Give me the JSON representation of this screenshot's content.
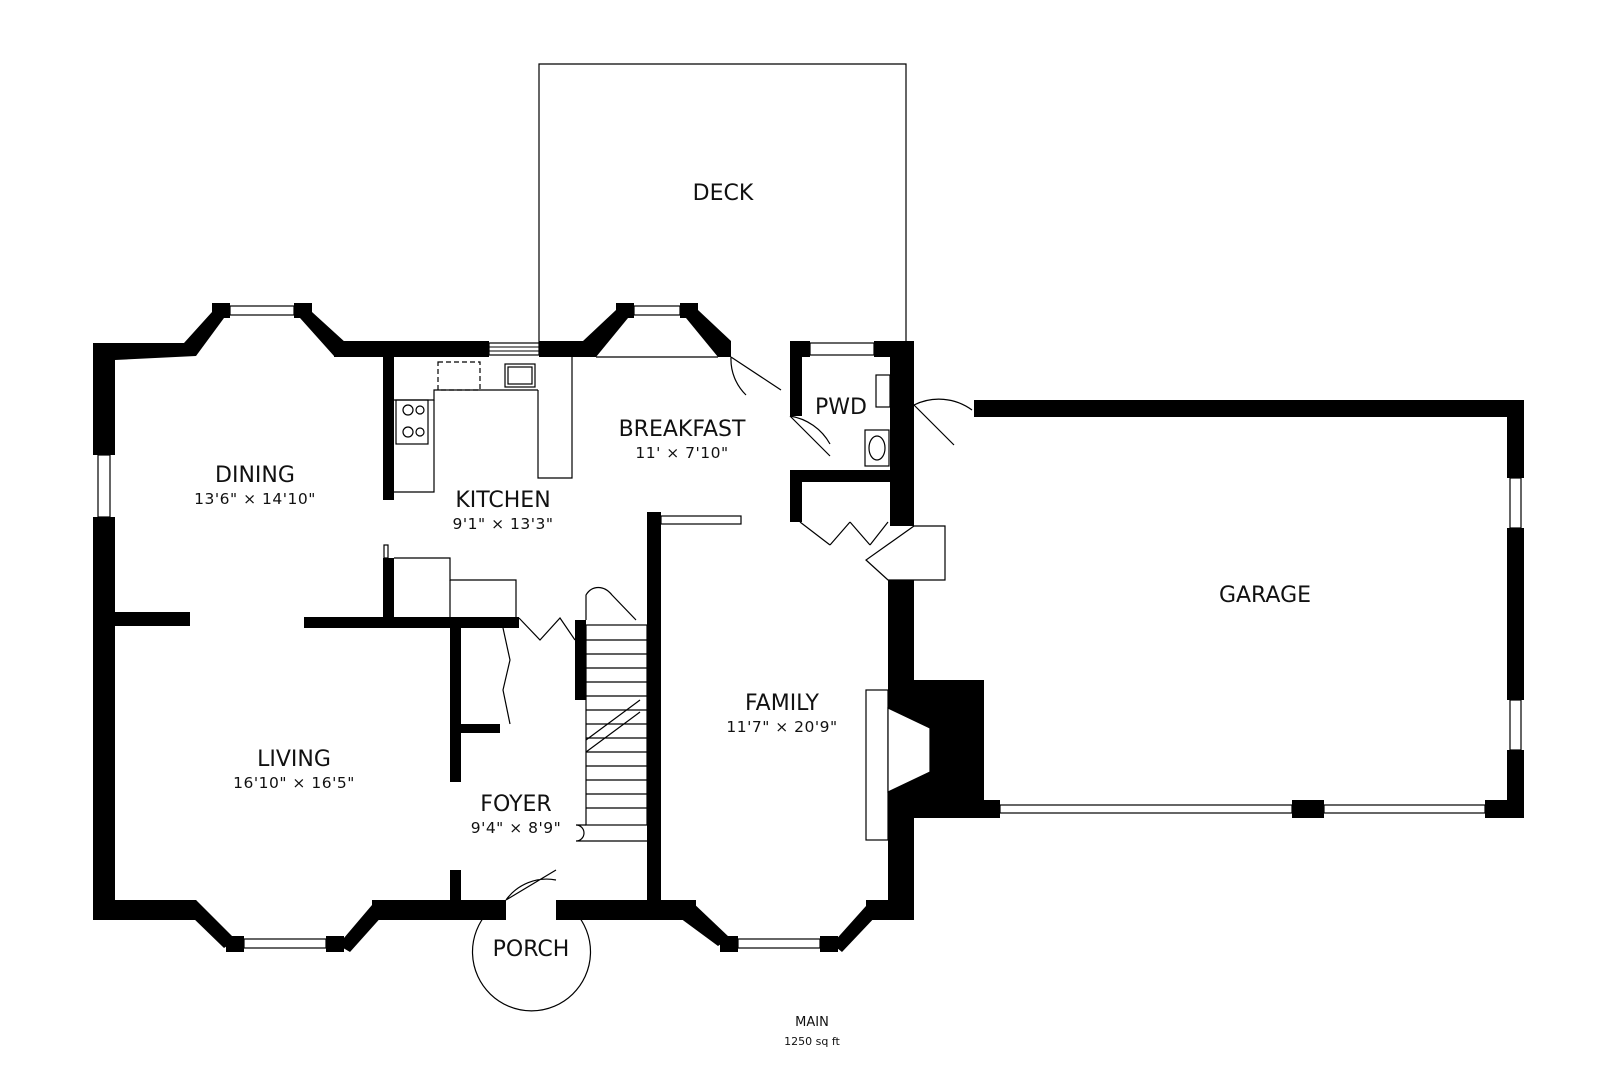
{
  "plan": {
    "floor_name": "MAIN",
    "floor_area": "1250 sq ft"
  },
  "rooms": {
    "deck": {
      "name": "DECK"
    },
    "dining": {
      "name": "DINING",
      "dim": "13'6\" × 14'10\""
    },
    "kitchen": {
      "name": "KITCHEN",
      "dim": "9'1\" × 13'3\""
    },
    "breakfast": {
      "name": "BREAKFAST",
      "dim": "11' × 7'10\""
    },
    "pwd": {
      "name": "PWD"
    },
    "garage": {
      "name": "GARAGE"
    },
    "living": {
      "name": "LIVING",
      "dim": "16'10\" × 16'5\""
    },
    "foyer": {
      "name": "FOYER",
      "dim": "9'4\" × 8'9\""
    },
    "family": {
      "name": "FAMILY",
      "dim": "11'7\" × 20'9\""
    },
    "porch": {
      "name": "PORCH"
    }
  }
}
